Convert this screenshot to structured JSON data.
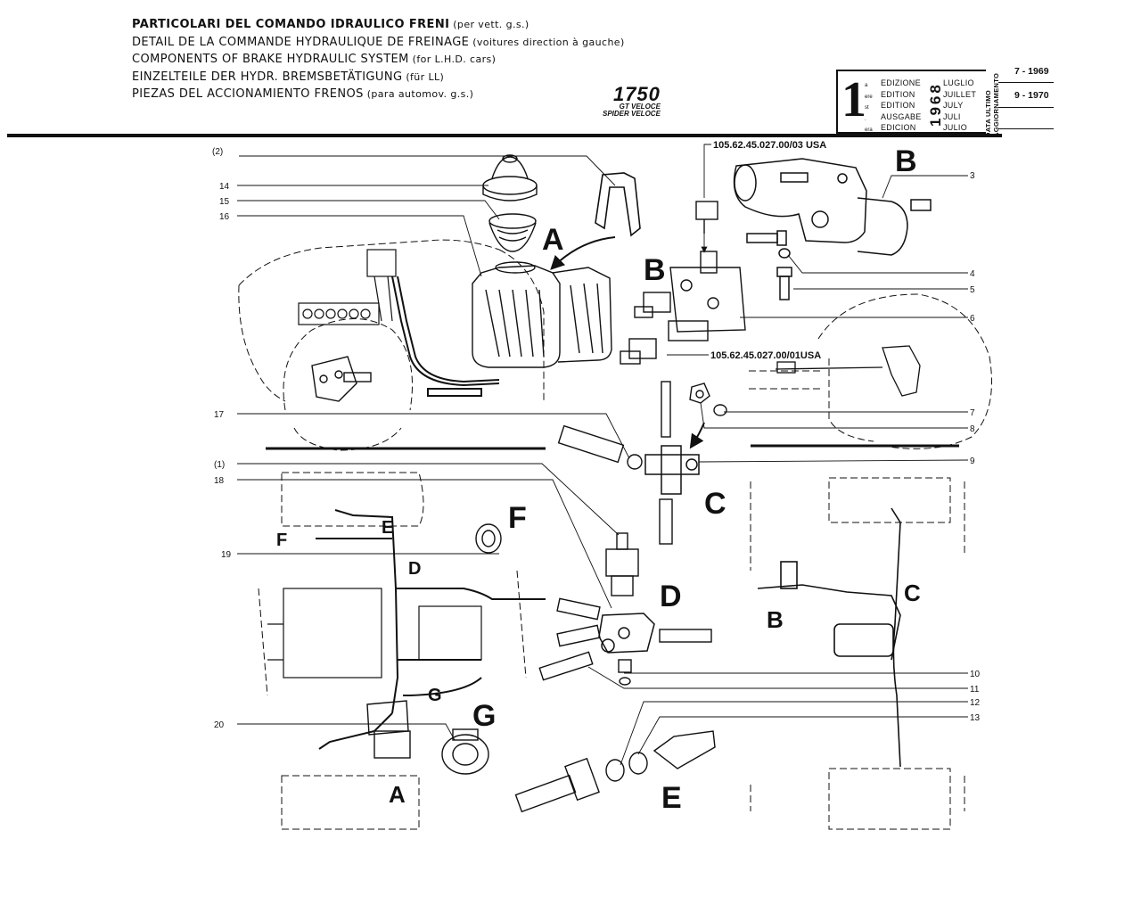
{
  "header": {
    "titles": [
      {
        "main": "PARTICOLARI DEL COMANDO IDRAULICO FRENI",
        "sub": " (per vett. g.s.)"
      },
      {
        "main": "DETAIL DE LA COMMANDE HYDRAULIQUE DE FREINAGE",
        "sub": " (voitures direction à gauche)"
      },
      {
        "main": "COMPONENTS OF BRAKE HYDRAULIC SYSTEM",
        "sub": " (for L.H.D. cars)"
      },
      {
        "main": "EINZELTEILE DER HYDR. BREMSBETÄTIGUNG",
        "sub": " (für LL)"
      },
      {
        "main": "PIEZAS DEL ACCIONAMIENTO FRENOS",
        "sub": " (para automov. g.s.)"
      }
    ],
    "model": {
      "number": "1750",
      "variant_1": "GT VELOCE",
      "variant_2": "SPIDER VELOCE"
    }
  },
  "edition": {
    "number": "1",
    "suffixes": [
      "a",
      "ere",
      "st",
      ".",
      "era"
    ],
    "words": [
      "EDIZIONE",
      "EDITION",
      "EDITION",
      "AUSGABE",
      "EDICION"
    ],
    "year": "1968",
    "months": [
      "LUGLIO",
      "JUILLET",
      "JULY",
      "JULI",
      "JULIO"
    ]
  },
  "updates": {
    "label_1": "DATA ULTIMO",
    "label_2": "AGGIORNAMENTO",
    "dates": [
      "7 - 1969",
      "9 - 1970"
    ]
  },
  "callouts": {
    "ref_2": "(2)",
    "ref_1": "(1)",
    "n3": "3",
    "n4": "4",
    "n5": "5",
    "n6": "6",
    "n7": "7",
    "n8": "8",
    "n9": "9",
    "n10": "10",
    "n11": "11",
    "n12": "12",
    "n13": "13",
    "n14": "14",
    "n15": "15",
    "n16": "16",
    "n17": "17",
    "n18": "18",
    "n19": "19",
    "n20": "20",
    "part_03": "105.62.45.027.00/03 USA",
    "part_01": "105.62.45.027.00/01USA"
  },
  "letters": {
    "A": "A",
    "B": "B",
    "C": "C",
    "D": "D",
    "E": "E",
    "F": "F",
    "G": "G"
  }
}
